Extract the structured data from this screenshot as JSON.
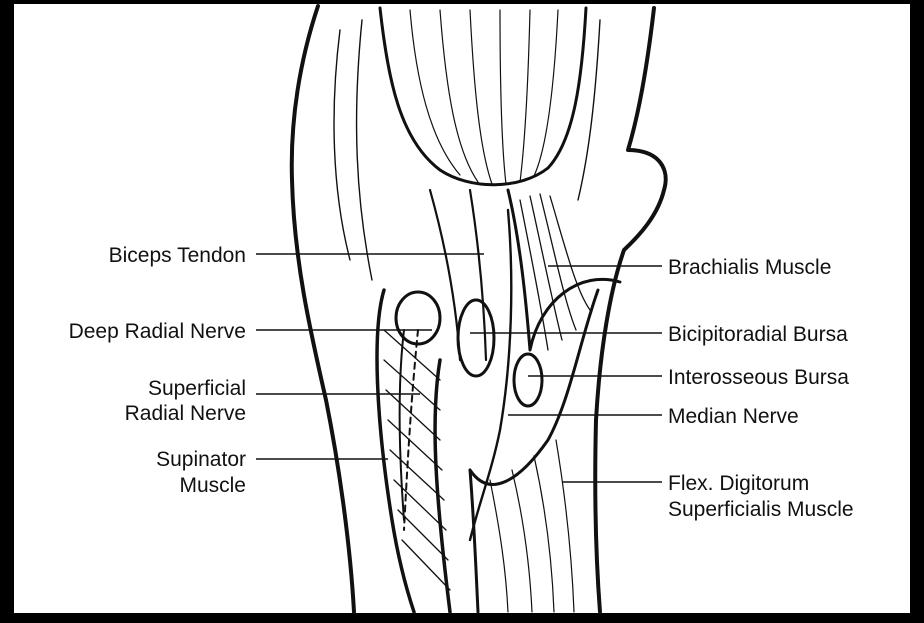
{
  "labels_left": [
    {
      "id": "biceps-tendon",
      "lines": [
        "Biceps Tendon"
      ]
    },
    {
      "id": "deep-radial-nerve",
      "lines": [
        "Deep Radial Nerve"
      ]
    },
    {
      "id": "superficial-radial-nerve",
      "lines": [
        "Superficial",
        "Radial Nerve"
      ]
    },
    {
      "id": "supinator-muscle",
      "lines": [
        "Supinator",
        "Muscle"
      ]
    }
  ],
  "labels_right": [
    {
      "id": "brachialis-muscle",
      "lines": [
        "Brachialis Muscle"
      ]
    },
    {
      "id": "bicipitoradial-bursa",
      "lines": [
        "Bicipitoradial Bursa"
      ]
    },
    {
      "id": "interosseous-bursa",
      "lines": [
        "Interosseous Bursa"
      ]
    },
    {
      "id": "median-nerve",
      "lines": [
        "Median Nerve"
      ]
    },
    {
      "id": "flex-digitorum",
      "lines": [
        "Flex. Digitorum",
        "Superficialis Muscle"
      ]
    }
  ],
  "colors": {
    "background": "#000000",
    "paper": "#ffffff",
    "ink": "#111111"
  }
}
